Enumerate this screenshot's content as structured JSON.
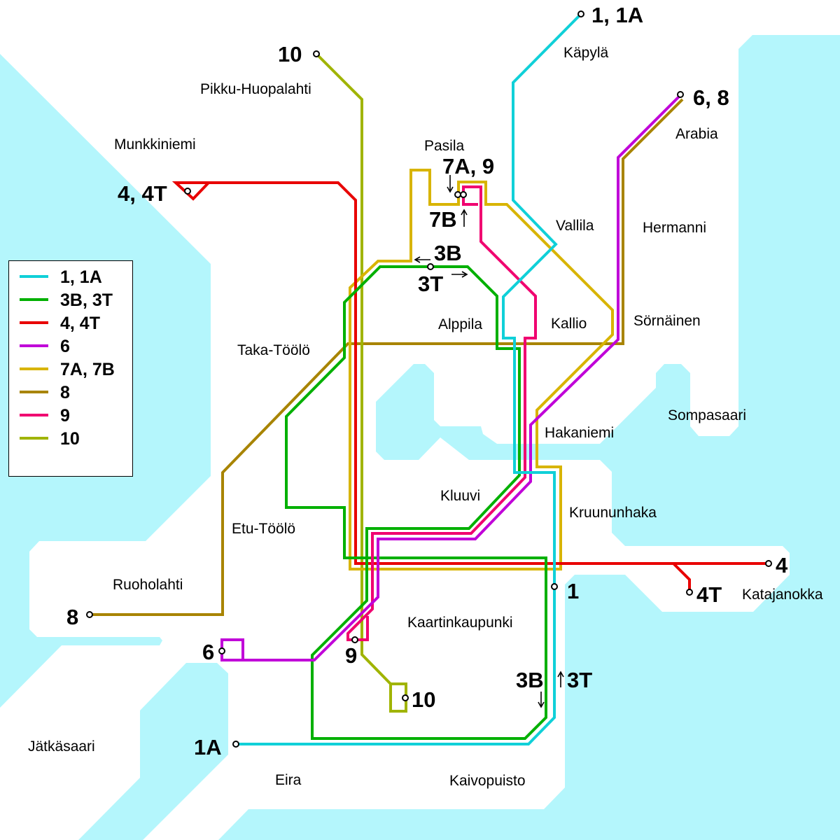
{
  "title": "Helsinki tram network",
  "legend": [
    {
      "label": "1, 1A",
      "color": "#10d0d8"
    },
    {
      "label": "3B, 3T",
      "color": "#00b000"
    },
    {
      "label": "4, 4T",
      "color": "#e80000"
    },
    {
      "label": "6",
      "color": "#c000d8"
    },
    {
      "label": "7A, 7B",
      "color": "#d8b400"
    },
    {
      "label": "8",
      "color": "#a88400"
    },
    {
      "label": "9",
      "color": "#f00070"
    },
    {
      "label": "10",
      "color": "#a0b400"
    }
  ],
  "colors": {
    "water": "#b4f6fc",
    "land": "#ffffff"
  },
  "districts": {
    "kapyla": "Käpylä",
    "pikku_huopalahti": "Pikku-Huopalahti",
    "munkkiniemi": "Munkkiniemi",
    "pasila": "Pasila",
    "arabia": "Arabia",
    "vallila": "Vallila",
    "hermanni": "Hermanni",
    "alppila": "Alppila",
    "kallio": "Kallio",
    "sornainen": "Sörnäinen",
    "taka_toolo": "Taka-Töölö",
    "sompasaari": "Sompasaari",
    "hakaniemi": "Hakaniemi",
    "kluuvi": "Kluuvi",
    "kruununhaka": "Kruununhaka",
    "etu_toolo": "Etu-Töölö",
    "ruoholahti": "Ruoholahti",
    "katajanokka": "Katajanokka",
    "kaartinkaupunki": "Kaartinkaupunki",
    "jatkasaari": "Jätkäsaari",
    "eira": "Eira",
    "kaivopuisto": "Kaivopuisto"
  },
  "terminals": {
    "t_1_1a": "1, 1A",
    "t_10_north": "10",
    "t_6_8": "6, 8",
    "t_7a_9": "7A, 9",
    "t_7b": "7B",
    "t_3b_north": "3B",
    "t_3t_north": "3T",
    "t_4_4t": "4, 4T",
    "t_4": "4",
    "t_4t": "4T",
    "t_1": "1",
    "t_8": "8",
    "t_6": "6",
    "t_9": "9",
    "t_10_south": "10",
    "t_3b_south": "3B",
    "t_3t_south": "3T",
    "t_1a": "1A"
  }
}
